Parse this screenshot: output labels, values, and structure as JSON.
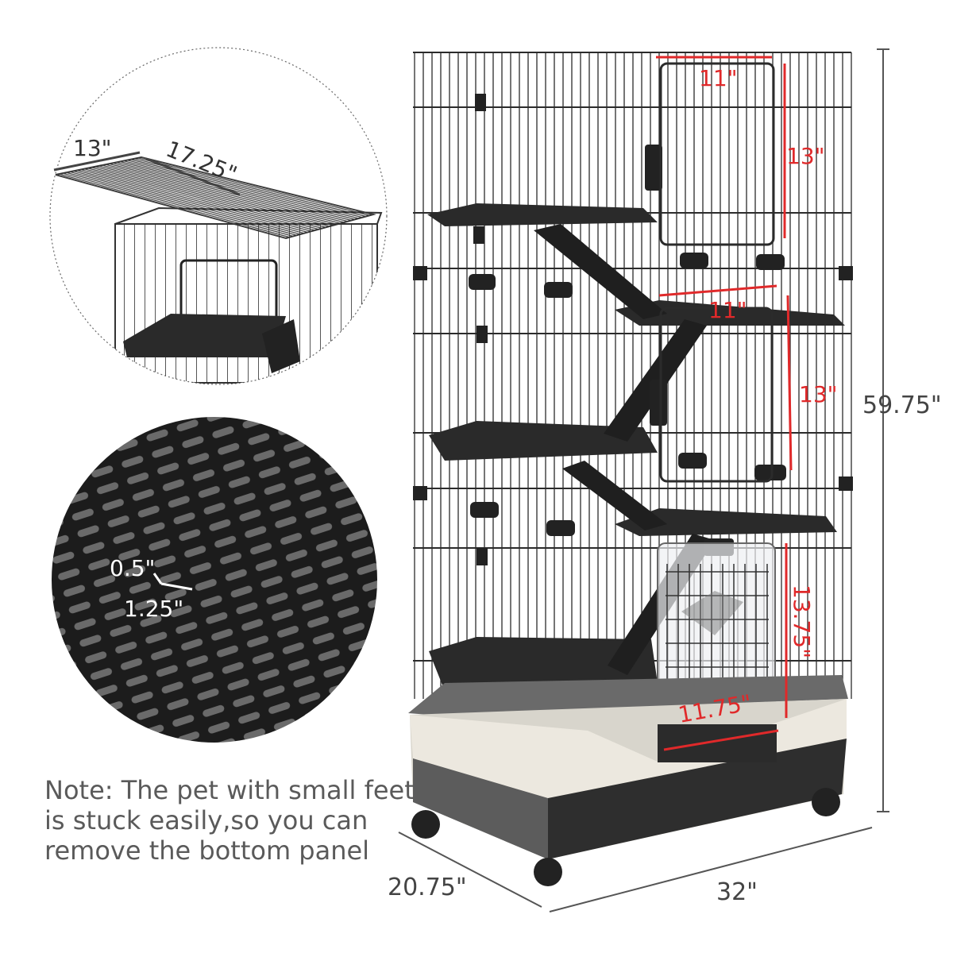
{
  "colors": {
    "wire": "#2b2b2b",
    "dim_red": "#e0292a",
    "dim_grey": "#555555",
    "tray_cream": "#ece8df",
    "tray_dark": "#3a3a3a",
    "platform": "#2a2a2a"
  },
  "top_view": {
    "width_label": "13\"",
    "length_label": "17.25\""
  },
  "mesh_detail": {
    "hole_width_label": "0.5\"",
    "hole_length_label": "1.25\""
  },
  "door_dims": {
    "top_door_width": "11\"",
    "top_door_height": "13\"",
    "middle_door_width": "11\"",
    "middle_door_height": "13\"",
    "front_door_width": "11.75\"",
    "front_door_height": "13.75\""
  },
  "overall_dims": {
    "height": "59.75\"",
    "depth": "20.75\"",
    "width": "32\""
  },
  "note": {
    "lines": [
      "Note: The pet with small feet",
      "is stuck easily,so you can",
      "remove the bottom panel"
    ]
  }
}
